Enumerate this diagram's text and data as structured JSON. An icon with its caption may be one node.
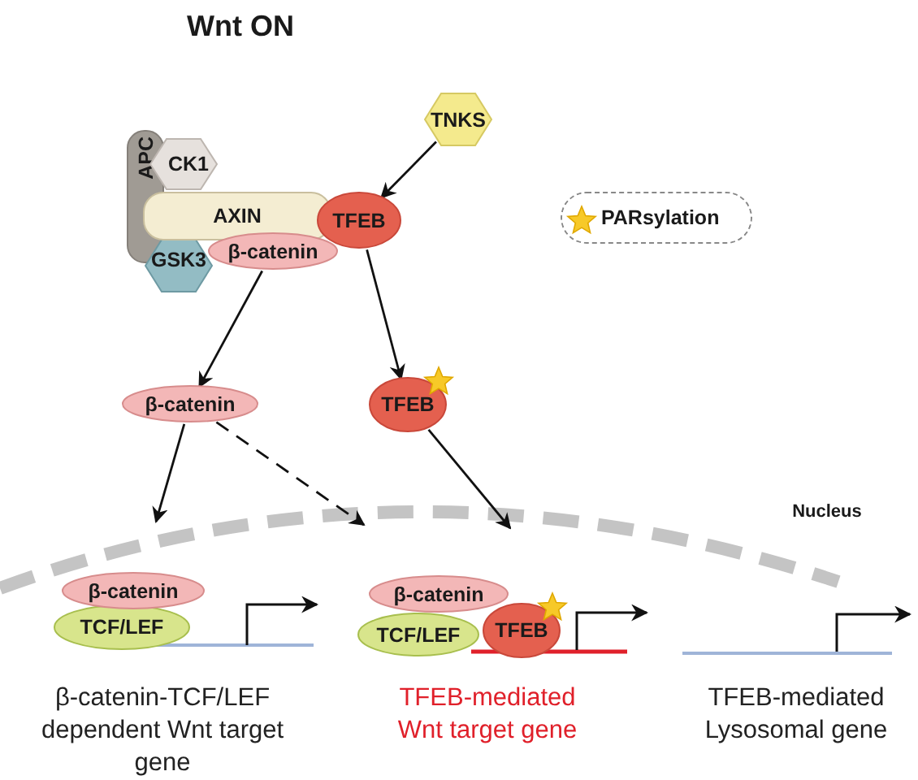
{
  "diagram": {
    "title": "Wnt ON",
    "nodes": [
      {
        "text": [
          "APC"
        ]
      },
      {
        "text": [
          "CK1"
        ]
      },
      {
        "text": [
          "AXIN"
        ]
      },
      {
        "text": [
          "GSK3"
        ]
      },
      {
        "text": [
          "β-catenin"
        ]
      },
      {
        "text": [
          "TFEB"
        ]
      },
      {
        "text": [
          "TNKS"
        ]
      },
      {
        "text": [
          "β-catenin"
        ]
      },
      {
        "text": [
          "TFEB"
        ]
      },
      {
        "text": [
          "β-catenin"
        ]
      },
      {
        "text": [
          "TCF/LEF"
        ]
      },
      {
        "text": [
          "β-catenin"
        ]
      },
      {
        "text": [
          "TCF/LEF"
        ]
      },
      {
        "text": [
          "TFEB"
        ]
      }
    ],
    "edges": [
      {
        "from": 6,
        "to": 5,
        "arrow": "to"
      },
      {
        "from": 4,
        "to": 7,
        "arrow": "to"
      },
      {
        "from": 5,
        "to": 8,
        "arrow": "to"
      },
      {
        "from": 7,
        "to": null,
        "arrow": "to"
      },
      {
        "from": 7,
        "to": null,
        "arrow": "to",
        "style": "dashed"
      },
      {
        "from": 8,
        "to": null,
        "arrow": "to"
      }
    ],
    "labels": [
      "Nucleus",
      "β-catenin-TCF/LEF dependent Wnt target gene",
      "TFEB-mediated Wnt target gene",
      "TFEB-mediated Lysosomal gene"
    ],
    "legend": [
      {
        "text": "PARsylation"
      }
    ]
  }
}
